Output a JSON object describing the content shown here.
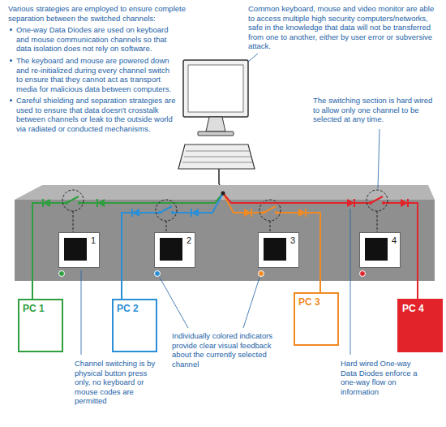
{
  "diagram": {
    "nodes": [
      {
        "text": [
          "1"
        ]
      },
      {
        "text": [
          "2"
        ]
      },
      {
        "text": [
          "3"
        ]
      },
      {
        "text": [
          "4"
        ]
      },
      {
        "text": [
          "PC 1"
        ]
      },
      {
        "text": [
          "PC 2"
        ]
      },
      {
        "text": [
          "PC 3"
        ]
      },
      {
        "text": [
          "PC 4"
        ]
      }
    ],
    "labels": [
      "Various strategies are employed to ensure complete separation between the switched channels:",
      "One-way Data Diodes are used on keyboard and mouse communication channels so that data isolation does not rely on software.",
      "The keyboard and mouse are powered down and re-initialized during every channel switch to ensure that they cannot act as transport media for malicious data between computers.",
      "Careful shielding and separation strategies are used to ensure that data doesn't crosstalk between channels or leak to the outside world via radiated or conducted mechanisms.",
      "Common keyboard, mouse and video monitor are able to access multiple high security computers/networks, safe in the knowledge that data will not be transferred from one to another, either by user error or subversive attack.",
      "The switching section is hard wired to allow only one channel to be selected at any time.",
      "Channel switching is by physical button press only, no keyboard or mouse codes are permitted",
      "Individually colored indicators provide clear visual feedback about the currently selected channel",
      "Hard wired One-way Data Diodes enforce a one-way flow on information"
    ]
  }
}
